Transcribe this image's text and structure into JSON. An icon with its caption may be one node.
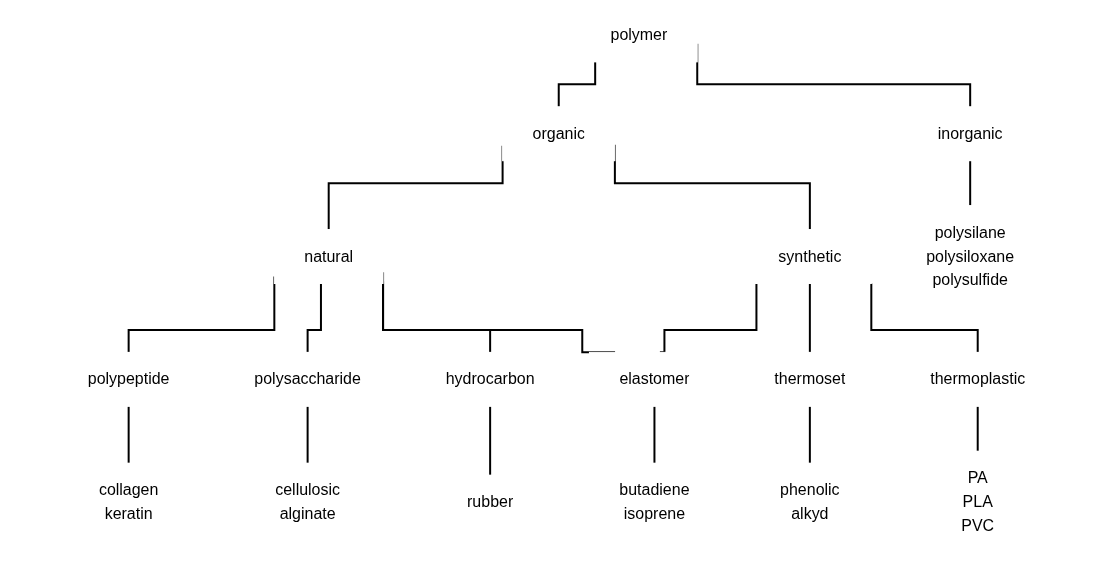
{
  "diagram": {
    "nodes": [
      {
        "text": [
          "polymer"
        ]
      },
      {
        "text": [
          "inorganic"
        ]
      },
      {
        "text": [
          "organic"
        ]
      },
      {
        "text": [
          "natural"
        ]
      },
      {
        "text": [
          "synthetic"
        ]
      },
      {
        "text": [
          "polypeptide"
        ]
      },
      {
        "text": [
          "polysaccharide"
        ]
      },
      {
        "text": [
          "hydrocarbon"
        ]
      },
      {
        "text": [
          "elastomer"
        ]
      },
      {
        "text": [
          "thermoset"
        ]
      },
      {
        "text": [
          "thermoplastic"
        ]
      },
      {
        "text": [
          "polysilane",
          "polysiloxane",
          "polysulfide"
        ]
      },
      {
        "text": [
          "collagen",
          "keratin"
        ]
      },
      {
        "text": [
          "cellulosic",
          "alginate"
        ]
      },
      {
        "text": [
          "rubber"
        ]
      },
      {
        "text": [
          "butadiene",
          "isoprene"
        ]
      },
      {
        "text": [
          "phenolic",
          "alkyd"
        ]
      },
      {
        "text": [
          "PA",
          "PLA",
          "PVC"
        ]
      }
    ],
    "edges": [
      {
        "from": 0,
        "to": 1,
        "arrow": "none"
      },
      {
        "from": 0,
        "to": 2,
        "arrow": "none"
      },
      {
        "from": 1,
        "to": 11,
        "arrow": "none"
      },
      {
        "from": 2,
        "to": 3,
        "arrow": "none"
      },
      {
        "from": 2,
        "to": 4,
        "arrow": "none"
      },
      {
        "from": 3,
        "to": 5,
        "arrow": "none"
      },
      {
        "from": 3,
        "to": 6,
        "arrow": "none"
      },
      {
        "from": 3,
        "to": 7,
        "arrow": "none"
      },
      {
        "from": 3,
        "to": 8,
        "arrow": "none"
      },
      {
        "from": 4,
        "to": 8,
        "arrow": "none"
      },
      {
        "from": 4,
        "to": 9,
        "arrow": "none"
      },
      {
        "from": 4,
        "to": 10,
        "arrow": "none"
      },
      {
        "from": 5,
        "to": 12,
        "arrow": "none"
      },
      {
        "from": 6,
        "to": 13,
        "arrow": "none"
      },
      {
        "from": 7,
        "to": 14,
        "arrow": "none"
      },
      {
        "from": 8,
        "to": 15,
        "arrow": "none"
      },
      {
        "from": 9,
        "to": 16,
        "arrow": "none"
      },
      {
        "from": 10,
        "to": 17,
        "arrow": "none"
      }
    ]
  }
}
